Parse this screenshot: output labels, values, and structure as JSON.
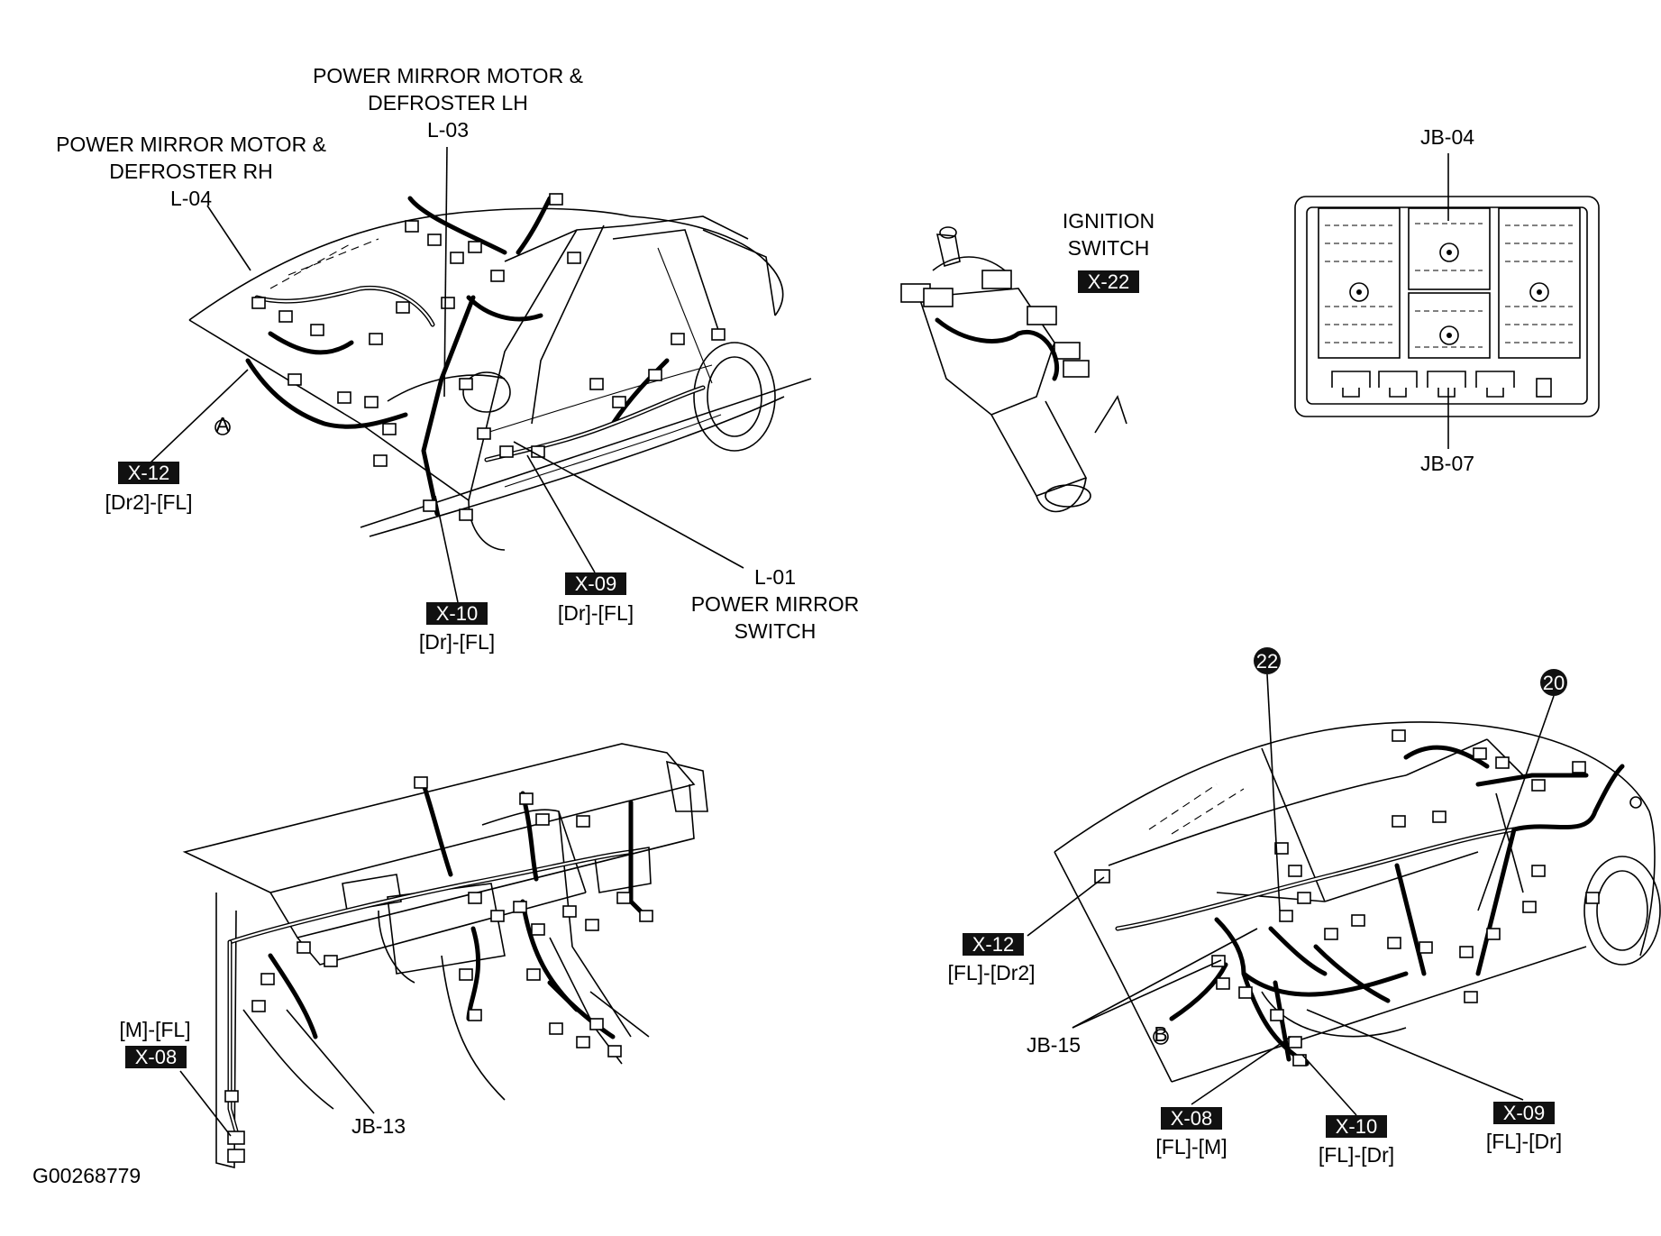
{
  "labels": {
    "mirror_lh": [
      "POWER MIRROR MOTOR &",
      "DEFROSTER LH",
      "L-03"
    ],
    "mirror_rh": [
      "POWER MIRROR MOTOR &",
      "DEFROSTER RH",
      "L-04"
    ],
    "ignition": [
      "IGNITION",
      "SWITCH"
    ],
    "ignition_conn": "X-22",
    "jb04": "JB-04",
    "jb07": "JB-07",
    "mirror_switch": [
      "L-01",
      "POWER MIRROR",
      "SWITCH"
    ],
    "x12_top": {
      "box": "X-12",
      "text": "[Dr2]-[FL]"
    },
    "x10_top": {
      "box": "X-10",
      "text": "[Dr]-[FL]"
    },
    "x09_top": {
      "box": "X-09",
      "text": "[Dr]-[FL]"
    },
    "x08_left": {
      "box": "X-08",
      "text": "[M]-[FL]"
    },
    "jb13": "JB-13",
    "figure_id": "G00268779",
    "callout_22": "22",
    "callout_20": "20",
    "x12_bot": {
      "box": "X-12",
      "text": "[FL]-[Dr2]"
    },
    "jb15": "JB-15",
    "x08_bot": {
      "box": "X-08",
      "text": "[FL]-[M]"
    },
    "x10_bot": {
      "box": "X-10",
      "text": "[FL]-[Dr]"
    },
    "x09_bot": {
      "box": "X-09",
      "text": "[FL]-[Dr]"
    },
    "marker_a": "A",
    "marker_b": "B"
  }
}
